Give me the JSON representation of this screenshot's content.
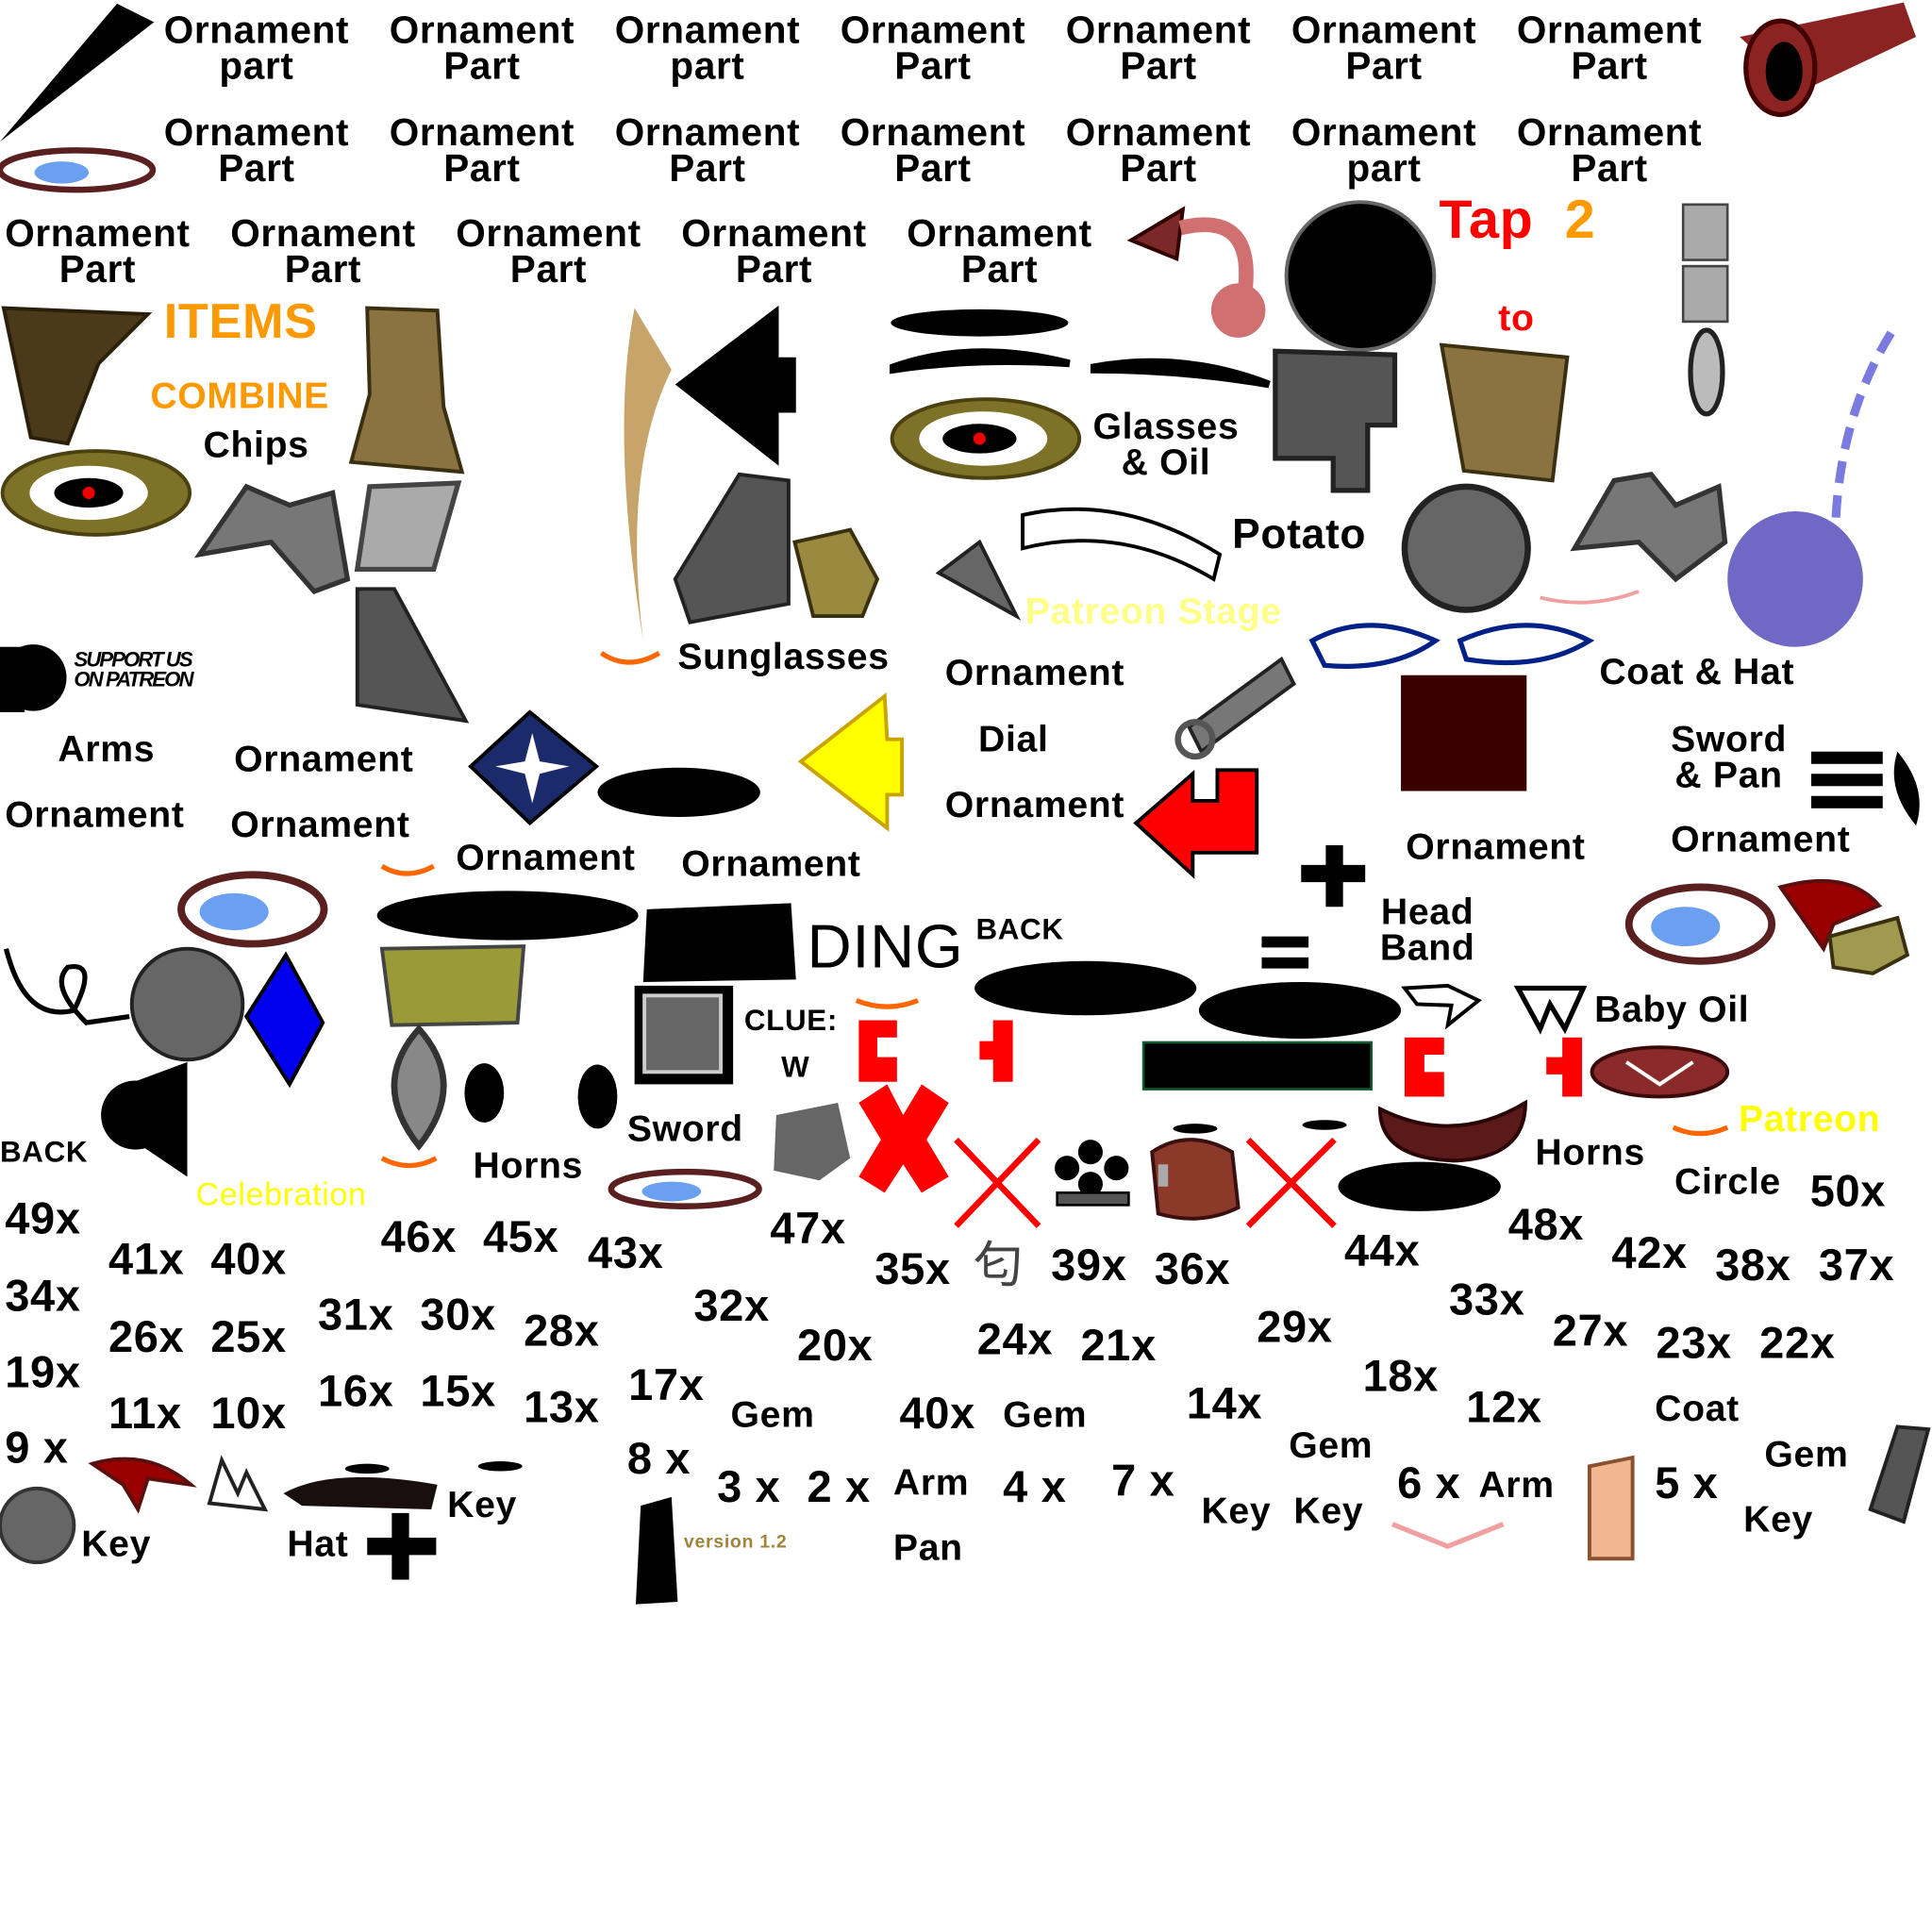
{
  "labels": [
    "Ornament\npart",
    "Ornament\nPart",
    "Ornament\npart",
    "Ornament\nPart",
    "Ornament\nPart",
    "Ornament\nPart",
    "Ornament\nPart",
    "Ornament\nPart",
    "Ornament\nPart",
    "Ornament\nPart",
    "Ornament\nPart",
    "Ornament\nPart",
    "Ornament\npart",
    "Ornament\nPart",
    "Ornament\nPart",
    "Ornament\nPart",
    "Ornament\nPart",
    "Ornament\nPart",
    "Ornament\nPart",
    "ITEMS",
    "COMBINE",
    "Chips",
    "Glasses\n& Oil",
    "Tap",
    "2",
    "to",
    "Potato",
    "Patreon Stage",
    "Sunglasses",
    "Ornament",
    "Coat & Hat",
    "Arms",
    "Ornament",
    "Dial",
    "Sword\n& Pan",
    "Ornament",
    "Ornament",
    "Ornament",
    "Ornament",
    "Ornament",
    "Ornament",
    "Ornament",
    "Head\nBand",
    "DING",
    "BACK",
    "CLUE:",
    "W",
    "Baby Oil",
    "Patreon",
    "Sword",
    "BACK",
    "Horns",
    "Horns",
    "Circle",
    "50x",
    "Celebration",
    "49x",
    "41x",
    "40x",
    "46x",
    "45x",
    "43x",
    "47x",
    "35x",
    "39x",
    "36x",
    "44x",
    "48x",
    "42x",
    "38x",
    "37x",
    "34x",
    "26x",
    "25x",
    "31x",
    "30x",
    "28x",
    "32x",
    "20x",
    "24x",
    "21x",
    "29x",
    "33x",
    "27x",
    "23x",
    "22x",
    "19x",
    "11x",
    "10x",
    "16x",
    "15x",
    "13x",
    "17x",
    "Gem",
    "40x",
    "Gem",
    "14x",
    "18x",
    "12x",
    "Coat",
    "9 x",
    "8 x",
    "3 x",
    "2 x",
    "Arm",
    "4 x",
    "7 x",
    "Gem",
    "6 x",
    "Arm",
    "5 x",
    "Gem",
    "Key",
    "Hat",
    "Key",
    "Key",
    "Key",
    "Key",
    "Pan",
    "version 1.2",
    "SUPPORT US\nON PATREON"
  ],
  "colors": {
    "orange": "#ff9900",
    "red": "#ff0000",
    "yellow": "#ffff00",
    "purple": "#6f68c4",
    "maroon": "#3a0000"
  }
}
